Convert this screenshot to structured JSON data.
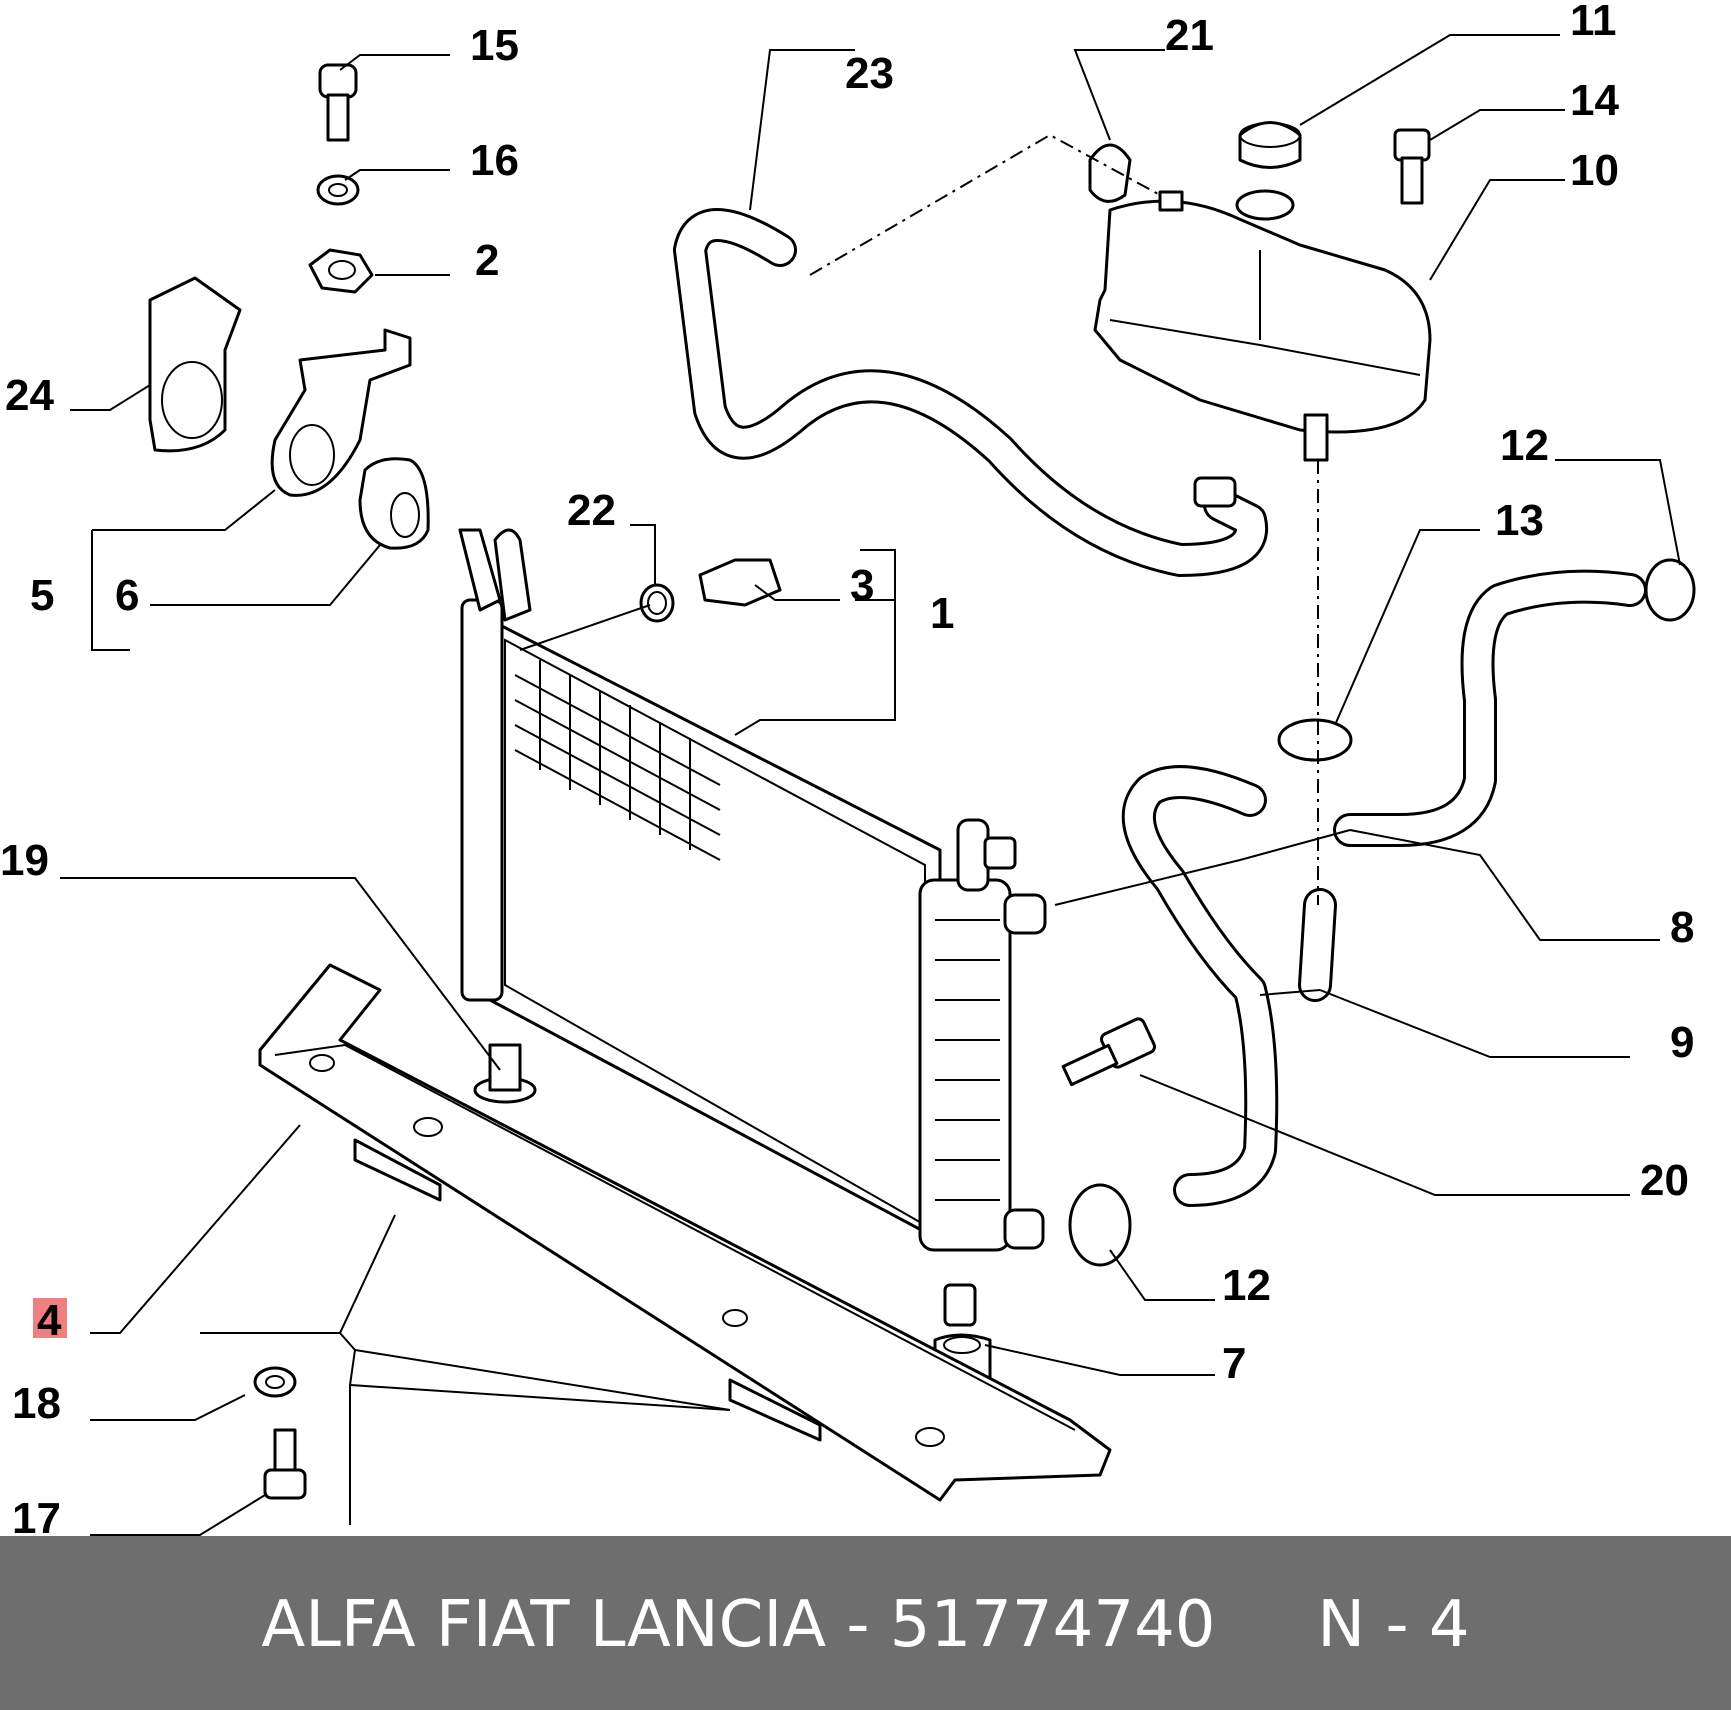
{
  "diagram": {
    "callouts": {
      "c1": "1",
      "c2": "2",
      "c3": "3",
      "c4": "4",
      "c5": "5",
      "c6": "6",
      "c7": "7",
      "c8": "8",
      "c9": "9",
      "c10": "10",
      "c11": "11",
      "c12a": "12",
      "c12b": "12",
      "c13": "13",
      "c14": "14",
      "c15": "15",
      "c16": "16",
      "c17": "17",
      "c18": "18",
      "c19": "19",
      "c20": "20",
      "c21": "21",
      "c22": "22",
      "c23": "23",
      "c24": "24"
    },
    "highlight_color": "#f08080"
  },
  "footer": {
    "caption": "ALFA FIAT LANCIA - 51774740     N - 4",
    "background": "#6e6e6e",
    "text_color": "#ffffff"
  }
}
